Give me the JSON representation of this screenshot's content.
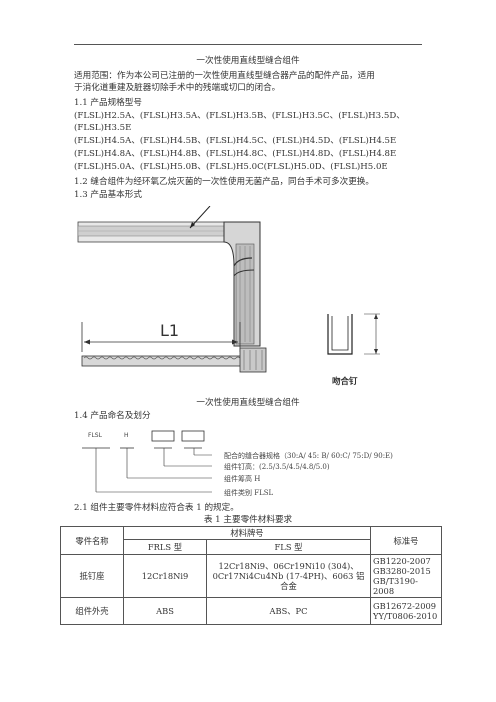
{
  "doc": {
    "title": "一次性使用直线型缝合组件",
    "scope": "适用范围：作为本公司已注册的一次性使用直线型缝合器产品的配件产品，适用",
    "scope2": "于消化道重建及脏器切除手术中的残端或切口的闭合。",
    "s11": "1.1 产品规格型号",
    "spec_lines": [
      "(FLSL)H2.5A、(FLSL)H3.5A、(FLSL)H3.5B、(FLSL)H3.5C、(FLSL)H3.5D、",
      "(FLSL)H3.5E",
      "(FLSL)H4.5A、(FLSL)H4.5B、(FLSL)H4.5C、(FLSL)H4.5D、(FLSL)H4.5E",
      "(FLSL)H4.8A、(FLSL)H4.8B、(FLSL)H4.8C、(FLSL)H4.8D、(FLSL)H4.8E",
      "(FLSL)H5.0A、(FLSL)H5.0B、(FLSL)H5.0C(FLSL)H5.0D、(FLSL)H5.0E"
    ],
    "s12": "1.2 缝合组件为经环氧乙烷灭菌的一次性使用无菌产品，同台手术可多次更换。",
    "s13": "1.3 产品基本形式",
    "fig_label_l1": "L1",
    "fig_label_staple": "吻合钉",
    "fig_caption": "一次性使用直线型缝合组件",
    "s14": "1.4 产品命名及划分",
    "naming": {
      "code_flsl": "FLSL",
      "code_h": "H",
      "line1": "配合的缝合器规格（30:A/ 45: B/ 60:C/ 75:D/ 90:E)",
      "line2": "组件钉高：(2.5/3.5/4.5/4.8/5.0)",
      "line3": "组件筹高 H",
      "line4": "组件类别 FLSL"
    },
    "s21": "2.1 组件主要零件材料应符合表 1 的规定。",
    "table_title": "表 1  主要零件材料要求",
    "table": {
      "h_part": "零件名称",
      "h_material": "材料牌号",
      "h_standard": "标准号",
      "h_frls": "FRLS 型",
      "h_fls": "FLS 型",
      "rows": [
        {
          "part": "抵钉座",
          "frls": "12Cr18Ni9",
          "fls1": "12Cr18Ni9、06Cr19Ni10 (304)、",
          "fls2": "0Cr17Ni4Cu4Nb (17-4PH)、6063 铝合金",
          "std": [
            "GB1220-2007",
            "GB3280-2015",
            "GB/T3190-2008"
          ]
        },
        {
          "part": "组件外壳",
          "frls": "ABS",
          "fls1": "ABS、PC",
          "fls2": "",
          "std": [
            "GB12672-2009",
            "YY/T0806-2010"
          ]
        }
      ]
    }
  }
}
